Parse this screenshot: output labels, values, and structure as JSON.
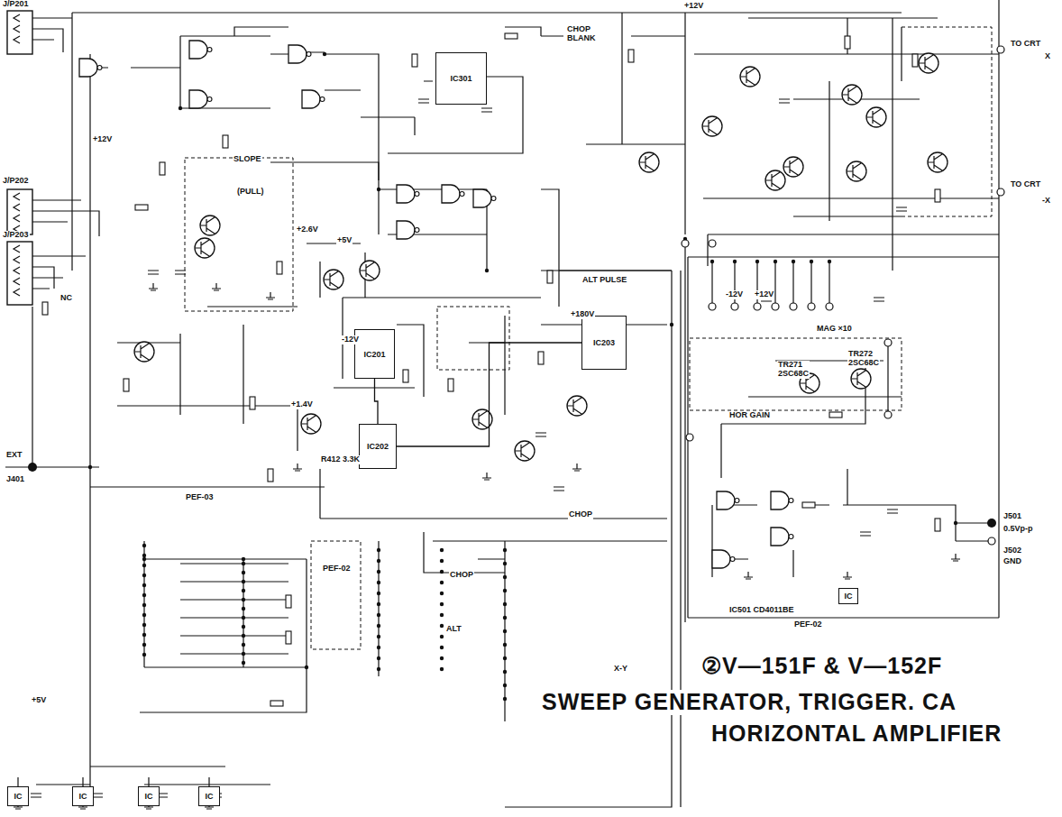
{
  "diagram": {
    "title": "②V—151F & V—152F",
    "nodes": [
      {
        "text": [
          "IC301"
        ]
      },
      {
        "text": [
          "IC201"
        ]
      },
      {
        "text": [
          "IC202"
        ]
      },
      {
        "text": [
          "IC203"
        ]
      },
      {
        "text": [
          "IC"
        ]
      },
      {
        "text": [
          "IC"
        ]
      },
      {
        "text": [
          "IC"
        ]
      },
      {
        "text": [
          "IC"
        ]
      },
      {
        "text": [
          "IC"
        ]
      }
    ],
    "edges": [
      {
        "from": 1,
        "to": 2,
        "arrow": "none"
      },
      {
        "from": 2,
        "to": 3,
        "arrow": "none"
      }
    ],
    "labels": [
      "J/P201",
      "J/P202",
      "J/P203",
      "NC",
      "EXT",
      "J401",
      "TO CRT",
      "X",
      "TO CRT",
      "-X",
      "CHOP BLANK",
      "ALT PULSE",
      "CHOP",
      "CHOP",
      "ALT",
      "X-Y",
      "HOR GAIN",
      "MAG ×10",
      "PEF-03",
      "PEF-02",
      "PEF-02",
      "SLOPE",
      "(PULL)",
      "+12V",
      "+12V",
      "+5V",
      "-12V",
      "+180V",
      "+12V",
      "-12V",
      "TR271 2SC68C",
      "TR272 2SC68C",
      "J501",
      "0.5Vp-p",
      "J502",
      "GND",
      "IC501 CD4011BE",
      "R412 3.3K",
      "+1.4V",
      "+2.6V",
      "+5V",
      "SWEEP GENERATOR, TRIGGER. CA",
      "HORIZONTAL AMPLIFIER"
    ]
  }
}
